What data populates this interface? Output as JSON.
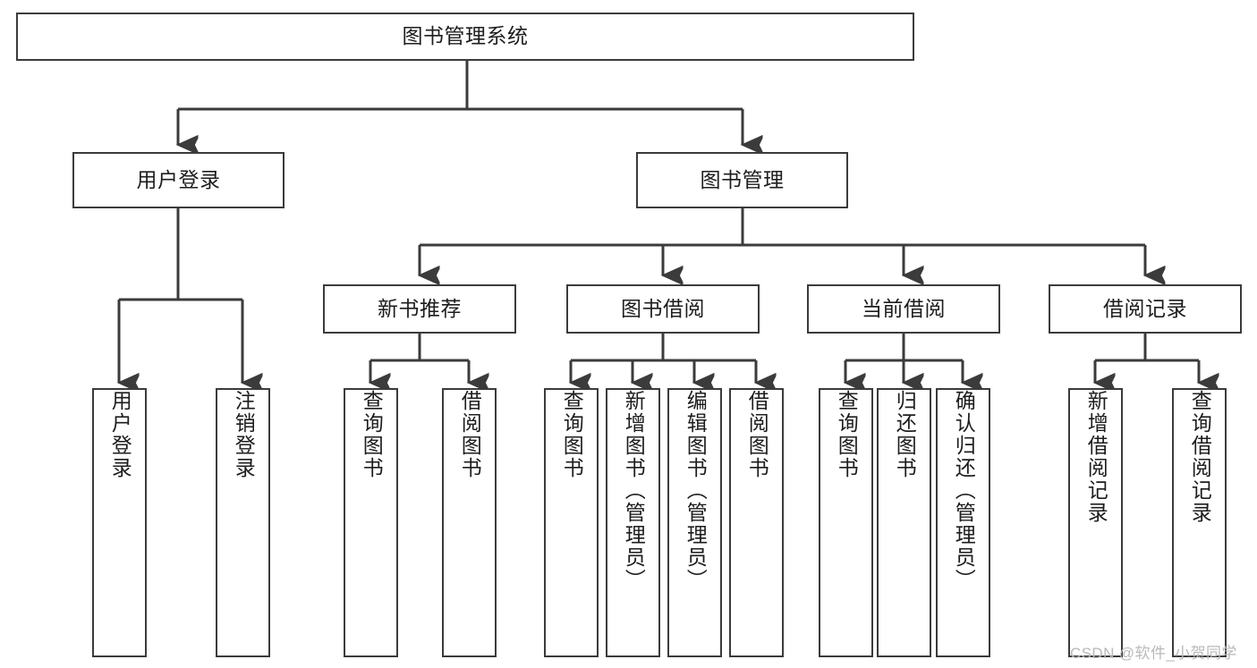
{
  "diagram": {
    "title": "图书管理系统",
    "type": "tree",
    "watermark": "CSDN @软件_小贺同学",
    "colors": {
      "stroke": "#3b3b3b",
      "fill": "#ffffff",
      "text": "#1d1d1d",
      "watermark": "#b9b9b9"
    },
    "nodes": {
      "root": {
        "label": "图书管理系统"
      },
      "level1": [
        {
          "label": "用户登录"
        },
        {
          "label": "图书管理"
        }
      ],
      "level2": [
        {
          "label": "新书推荐"
        },
        {
          "label": "图书借阅"
        },
        {
          "label": "当前借阅"
        },
        {
          "label": "借阅记录"
        }
      ],
      "leaves_user_login": [
        {
          "label": "用户登录"
        },
        {
          "label": "注销登录"
        }
      ],
      "leaves_new_book": [
        {
          "label": "查询图书"
        },
        {
          "label": "借阅图书"
        }
      ],
      "leaves_borrow": [
        {
          "label": "查询图书"
        },
        {
          "label": "新增图书（管理员）"
        },
        {
          "label": "编辑图书（管理员）"
        },
        {
          "label": "借阅图书"
        }
      ],
      "leaves_current": [
        {
          "label": "查询图书"
        },
        {
          "label": "归还图书"
        },
        {
          "label": "确认归还（管理员）"
        }
      ],
      "leaves_record": [
        {
          "label": "新增借阅记录"
        },
        {
          "label": "查询借阅记录"
        }
      ]
    }
  }
}
